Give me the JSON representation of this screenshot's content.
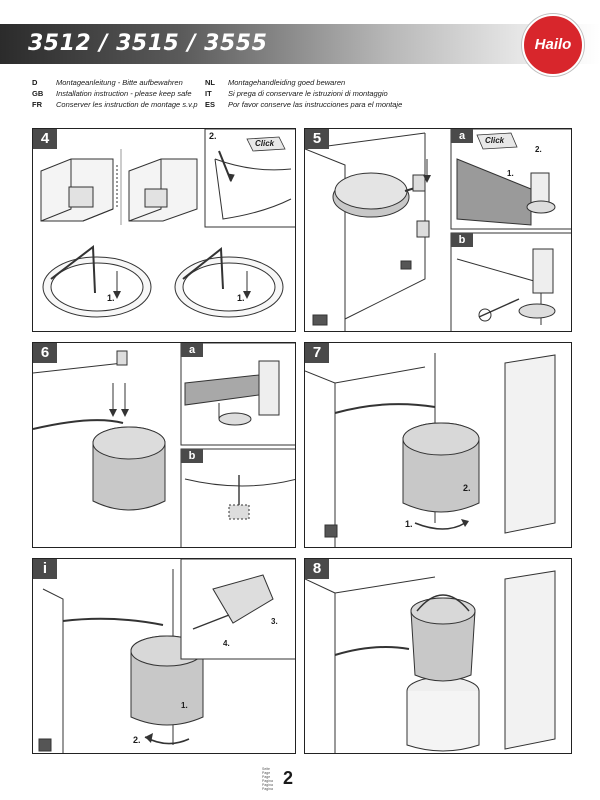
{
  "header": {
    "title": "3512 / 3515 / 3555",
    "logo_text": "Hailo"
  },
  "languages": [
    {
      "code": "D",
      "text": "Montageanleitung - Bitte aufbewahren"
    },
    {
      "code": "GB",
      "text": "Installation instruction - please keep safe"
    },
    {
      "code": "FR",
      "text": "Conserver les instruction de montage s.v.p"
    },
    {
      "code": "NL",
      "text": "Montagehandleiding goed bewaren"
    },
    {
      "code": "IT",
      "text": "Si prega di conservare le istruzioni di montaggio"
    },
    {
      "code": "ES",
      "text": "Por favor conserve las instrucciones para el montaje"
    }
  ],
  "steps": {
    "s4": {
      "label": "4",
      "inset_num": "2.",
      "click": "Click",
      "num_left": "1.",
      "num_right": "1."
    },
    "s5": {
      "label": "5",
      "sub_a": "a",
      "sub_b": "b",
      "click": "Click",
      "num_2": "2.",
      "num_1": "1."
    },
    "s6": {
      "label": "6",
      "sub_a": "a",
      "sub_b": "b"
    },
    "s7": {
      "label": "7",
      "num_1": "1.",
      "num_2": "2."
    },
    "si": {
      "label": "i",
      "num_1": "1.",
      "num_2": "2.",
      "num_3": "3.",
      "num_4": "4."
    },
    "s8": {
      "label": "8"
    }
  },
  "footer": {
    "page_words": [
      "Seite",
      "Page",
      "Page",
      "Pagina",
      "Pagina",
      "Pagina"
    ],
    "page_number": "2"
  }
}
